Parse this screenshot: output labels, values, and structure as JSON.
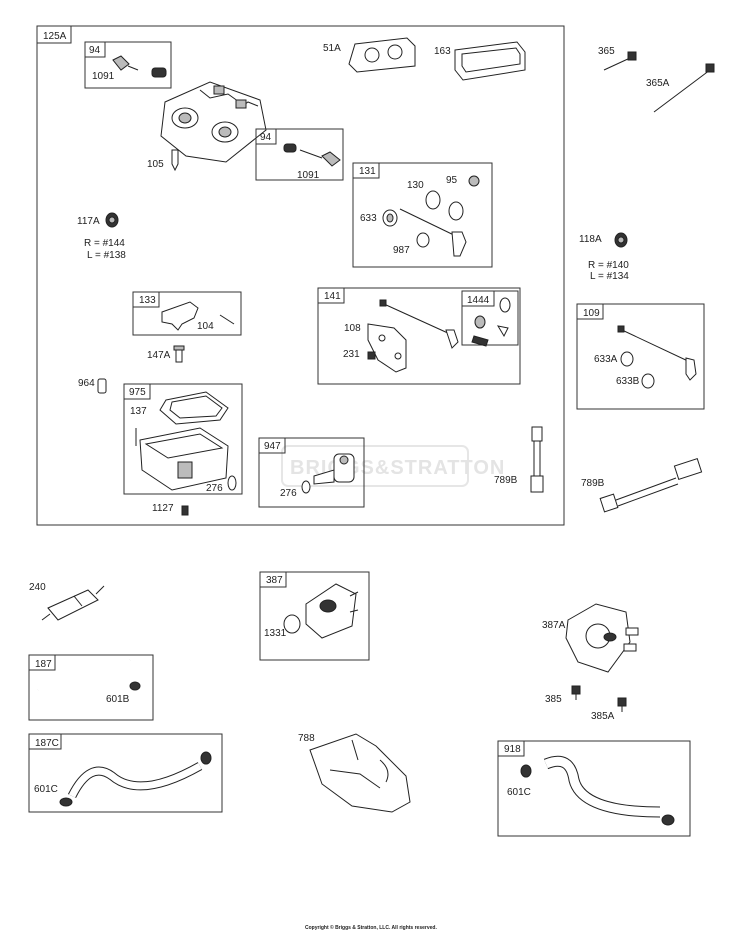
{
  "watermark": "BRIGGS&STRATTON",
  "copyright": "Copyright © Briggs & Stratton, LLC. All rights reserved.",
  "boxes": {
    "b125A": "125A",
    "b94a": "94",
    "b94b": "94",
    "b131": "131",
    "b133": "133",
    "b141": "141",
    "b1444": "1444",
    "b975": "975",
    "b947": "947",
    "b109": "109",
    "b387": "387",
    "b187": "187",
    "b187C": "187C",
    "b918": "918"
  },
  "labels": {
    "l51A": "51A",
    "l163": "163",
    "l365": "365",
    "l365A": "365A",
    "l1091a": "1091",
    "l1091b": "1091",
    "l105": "105",
    "l130": "130",
    "l95": "95",
    "l633": "633",
    "l987": "987",
    "l117A": "117A",
    "l117A_r": "R = #144",
    "l117A_l": "L = #138",
    "l118A": "118A",
    "l118A_r": "R = #140",
    "l118A_l": "L = #134",
    "l104": "104",
    "l108": "108",
    "l231": "231",
    "l633A": "633A",
    "l633B": "633B",
    "l147A": "147A",
    "l964": "964",
    "l137": "137",
    "l276a": "276",
    "l276b": "276",
    "l1127": "1127",
    "l789Ba": "789B",
    "l789Bb": "789B",
    "l240": "240",
    "l1331": "1331",
    "l387A": "387A",
    "l601B": "601B",
    "l385": "385",
    "l385A": "385A",
    "l788": "788",
    "l601Ca": "601C",
    "l601Cb": "601C"
  }
}
